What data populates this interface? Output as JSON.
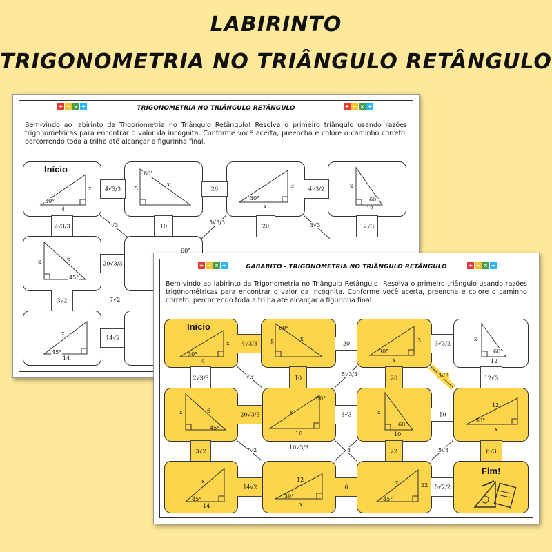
{
  "header": {
    "title_line1": "LABIRINTO",
    "title_line2": "TRIGONOMETRIA NO TRIÂNGULO RETÂNGULO"
  },
  "sheet_back": {
    "title": "TRIGONOMETRIA NO TRIÂNGULO RETÂNGULO",
    "intro": "Bem-vindo ao labirinto da Trigonometria no Triângulo Retângulo! Resolva o primeiro triângulo usando razões trigonométricas para encontrar o valor da incógnita. Conforme você acerta, preencha e colore o caminho correto, percorrendo toda a trilha até alcançar a figurinha final.",
    "start_label": "Início",
    "connectors": [
      "4√3/3",
      "20",
      "4√3/2",
      "2√3/3",
      "√3",
      "10",
      "5√3/3",
      "20",
      "3√3",
      "12√3",
      "20√3/3",
      "3√2",
      "7√2",
      "14√2"
    ],
    "cells": [
      {
        "labels": [
          "30°",
          "4",
          "x"
        ]
      },
      {
        "labels": [
          "60°",
          "5",
          "x"
        ]
      },
      {
        "labels": [
          "30°",
          "3",
          "x"
        ]
      },
      {
        "labels": [
          "60°",
          "12",
          "x"
        ]
      },
      {
        "labels": [
          "6",
          "45°",
          "x"
        ]
      },
      {
        "labels": [
          "60°"
        ]
      },
      {
        "labels": [
          "45°",
          "14",
          "x"
        ]
      }
    ]
  },
  "sheet_front": {
    "title": "GABARITO - TRIGONOMETRIA NO TRIÂNGULO RETÂNGULO",
    "intro": "Bem-vindo ao labirinto da Trigonometria no Triângulo Retângulo! Resolva o primeiro triângulo usando razões trigonométricas para encontrar o valor da incógnita. Conforme você acerta, preencha e colore o caminho correto, percorrendo toda a trilha até alcançar a figurinha final.",
    "start_label": "Início",
    "end_label": "Fim!",
    "connectors": {
      "h1": [
        "4√3/3",
        "20",
        "3√3/2"
      ],
      "h2": [
        "20√3/3",
        "3√3",
        "10"
      ],
      "h3": [
        "14√2",
        "6",
        "5√2/2"
      ],
      "v1": [
        "2√3/3",
        "10",
        "20",
        "12√3"
      ],
      "v2": [
        "3√2",
        "22",
        "6√3"
      ],
      "diag": [
        "√3",
        "5√3/3",
        "3√3",
        "7√2",
        "10√3/3",
        "8",
        "5√3"
      ]
    },
    "cells": [
      {
        "labels": [
          "30°",
          "4",
          "x"
        ]
      },
      {
        "labels": [
          "60°",
          "5",
          "x"
        ]
      },
      {
        "labels": [
          "30°",
          "3",
          "x"
        ]
      },
      {
        "labels": [
          "60°",
          "12",
          "x"
        ]
      },
      {
        "labels": [
          "6",
          "45°",
          "x"
        ]
      },
      {
        "labels": [
          "60°",
          "10",
          "x"
        ]
      },
      {
        "labels": [
          "60°",
          "10",
          "x"
        ]
      },
      {
        "labels": [
          "12",
          "30°",
          "x"
        ]
      },
      {
        "labels": [
          "45°",
          "14",
          "x"
        ]
      },
      {
        "labels": [
          "12",
          "30°",
          "x"
        ]
      },
      {
        "labels": [
          "45°",
          "22",
          "x"
        ]
      }
    ]
  },
  "colors": {
    "background": "#fde89b",
    "path_fill": "#fcd54d"
  },
  "icons": [
    "plus-icon",
    "minus-icon",
    "times-icon",
    "divide-icon",
    "school-supplies-icon"
  ]
}
